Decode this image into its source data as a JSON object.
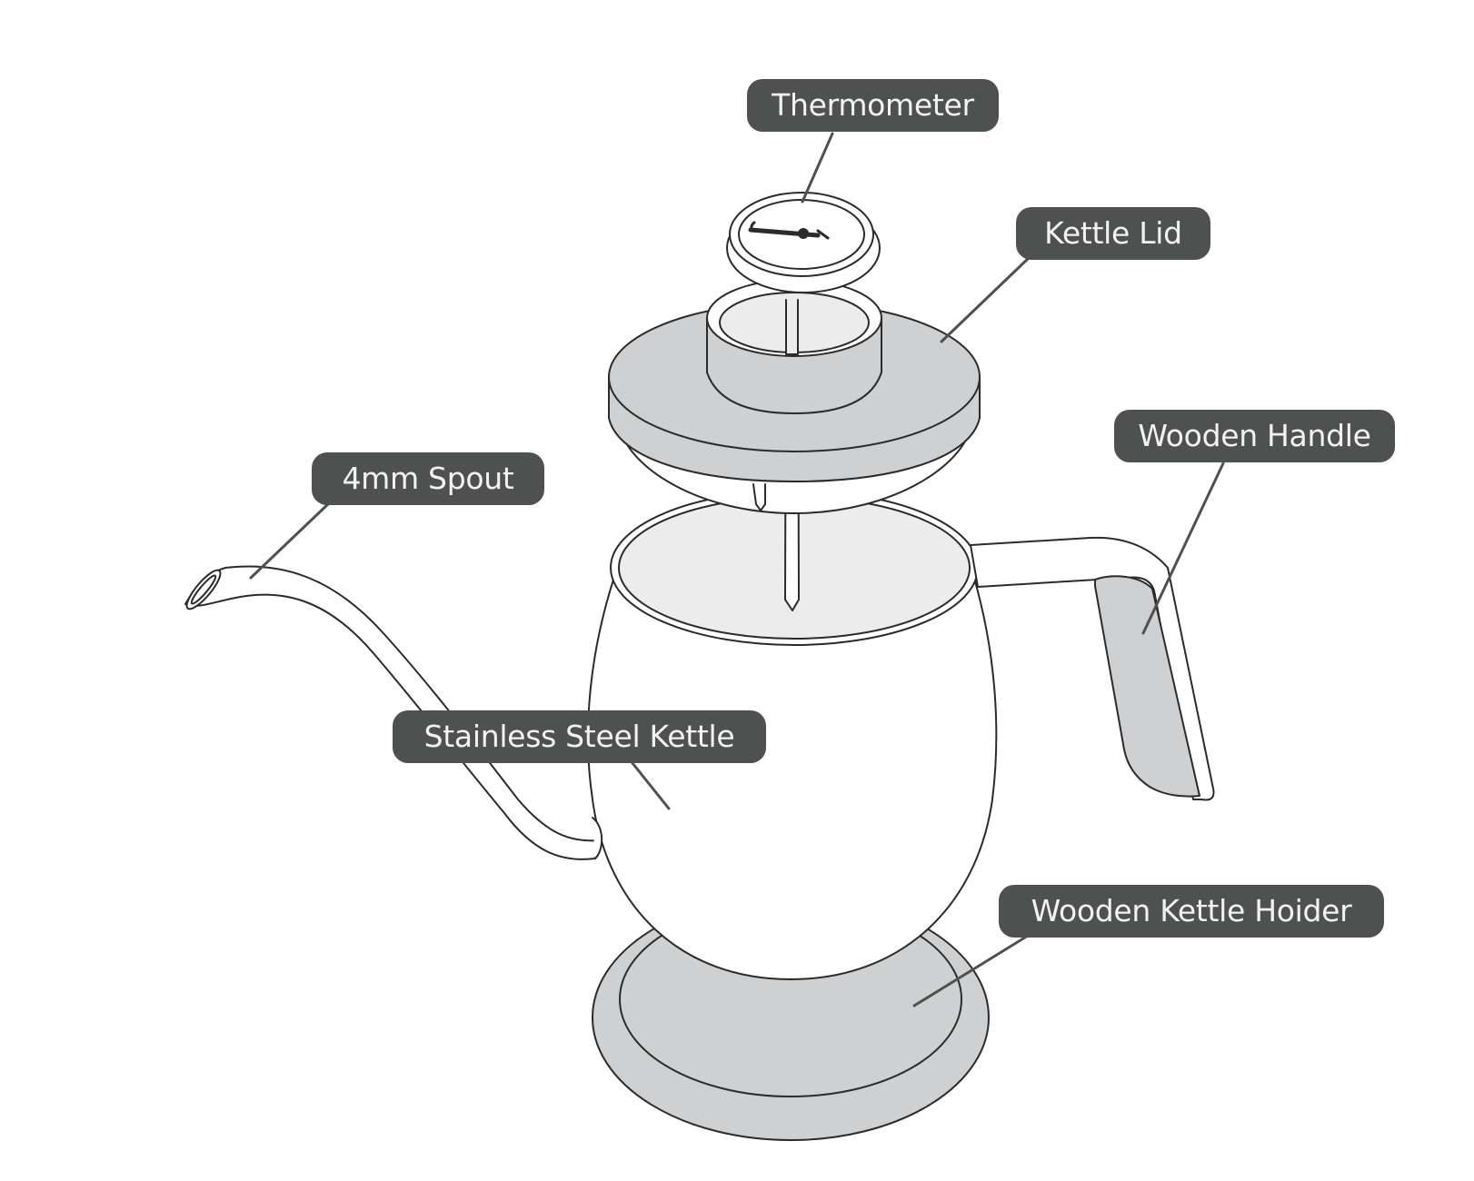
{
  "labels": {
    "thermometer": "Thermometer",
    "kettle_lid": "Kettle Lid",
    "wooden_handle": "Wooden Handle",
    "spout": "4mm Spout",
    "stainless_steel_kettle": "Stainless Steel Kettle",
    "wooden_kettle_holder": "Wooden Kettle Hoider"
  },
  "colors": {
    "label_background": "#4f5150",
    "label_text": "#f2f2f2",
    "wood_fill": "#cfd0d1",
    "interior_fill": "#ececec",
    "outline": "#2b2b2b",
    "leader_line": "#4f5150"
  }
}
